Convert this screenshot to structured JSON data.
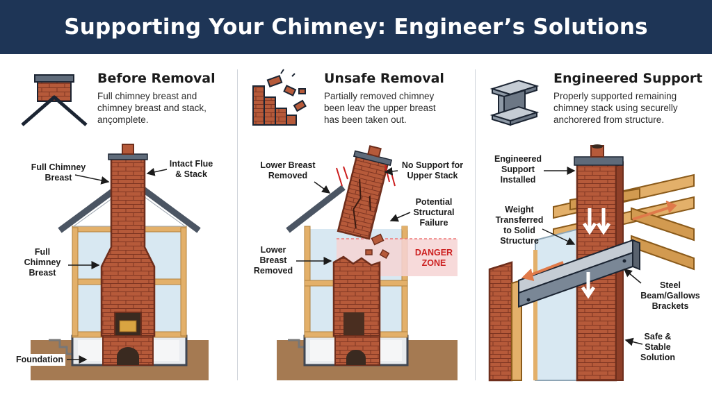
{
  "title": "Supporting Your Chimney: Engineer’s Solutions",
  "colors": {
    "navy": "#1e3556",
    "brick": "#b65a3a",
    "brick_dark": "#8e3f28",
    "mortar": "#6e2e1c",
    "wood": "#e3b06a",
    "wood_dark": "#c48a3e",
    "glass": "#d8e8f2",
    "roof": "#4b5563",
    "ground": "#a57a52",
    "steel": "#7a8796",
    "danger": "#cc1f1f",
    "danger_fill": "#f6d3d3",
    "arrow_orange": "#e07a4a"
  },
  "panels": [
    {
      "title": "Before Removal",
      "icon": "chimney-roof-icon",
      "description": [
        "Full chimney breast and",
        "chimney breast and stack,",
        "ançomplete."
      ],
      "labels": {
        "full_breast_top": [
          "Full Chimney",
          "Breast"
        ],
        "intact_flue": [
          "Intact Flue",
          "& Stack"
        ],
        "full_breast_mid": [
          "Full",
          "Chimney",
          "Breast"
        ],
        "foundation": [
          "Foundation"
        ]
      }
    },
    {
      "title": "Unsafe Removal",
      "icon": "crumbling-bricks-icon",
      "description": [
        "Partially removed chimney",
        "been leav the upper breast",
        "has been taken out."
      ],
      "labels": {
        "lower_removed_top": [
          "Lower Breast",
          "Removed"
        ],
        "no_support": [
          "No Support for",
          "Upper Stack"
        ],
        "potential_failure": [
          "Potential",
          "Structural",
          "Failure"
        ],
        "lower_removed_mid": [
          "Lower",
          "Breast",
          "Removed"
        ],
        "danger_zone": [
          "DANGER",
          "ZONE"
        ]
      }
    },
    {
      "title": "Engineered Support",
      "icon": "steel-beam-icon",
      "description": [
        "Properly supported remaining",
        "chimney stack using securelly",
        "anchorered from structure."
      ],
      "labels": {
        "support_installed": [
          "Engineered",
          "Support",
          "Installed"
        ],
        "weight_transferred": [
          "Weight",
          "Transferred",
          "to Solid",
          "Structure"
        ],
        "steel_beam": [
          "Steel",
          "Beam/Gallows",
          "Brackets"
        ],
        "safe_stable": [
          "Safe &",
          "Stable",
          "Solution"
        ]
      }
    }
  ]
}
